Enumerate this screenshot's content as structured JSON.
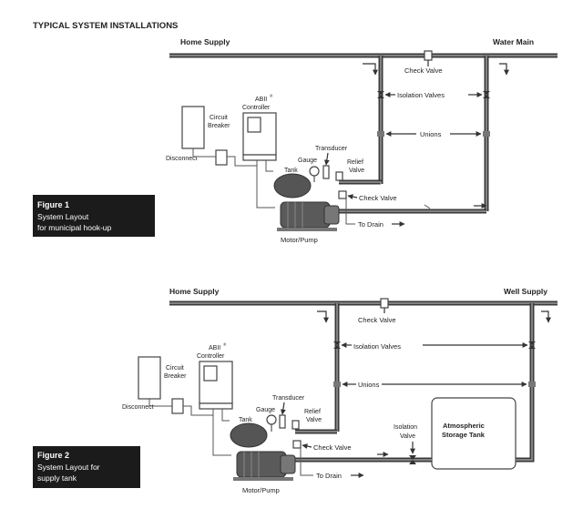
{
  "page_title": "TYPICAL SYSTEM INSTALLATIONS",
  "figure1": {
    "label": "Figure 1",
    "caption_line1": "System Layout",
    "caption_line2": "for municipal hook-up",
    "home_supply": "Home Supply",
    "source": "Water Main",
    "check_valve_top": "Check Valve",
    "isolation_valves": "Isolation Valves",
    "unions": "Unions",
    "circuit_breaker_1": "Circuit",
    "circuit_breaker_2": "Breaker",
    "controller_1": "ABII",
    "controller_sup": "®",
    "controller_2": "Controller",
    "disconnect": "Disconnect",
    "transducer": "Transducer",
    "gauge": "Gauge",
    "tank": "Tank",
    "relief_valve_1": "Relief",
    "relief_valve_2": "Valve",
    "check_valve_bottom": "Check Valve",
    "to_drain": "To Drain",
    "motor_pump": "Motor/Pump"
  },
  "figure2": {
    "label": "Figure 2",
    "caption_line1": "System Layout for",
    "caption_line2": "supply tank",
    "home_supply": "Home Supply",
    "source": "Well Supply",
    "check_valve_top": "Check Valve",
    "isolation_valves": "Isolation Valves",
    "unions": "Unions",
    "circuit_breaker_1": "Circuit",
    "circuit_breaker_2": "Breaker",
    "controller_1": "ABII",
    "controller_sup": "®",
    "controller_2": "Controller",
    "disconnect": "Disconnect",
    "transducer": "Transducer",
    "gauge": "Gauge",
    "tank": "Tank",
    "relief_valve_1": "Relief",
    "relief_valve_2": "Valve",
    "check_valve_bottom": "Check Valve",
    "to_drain": "To Drain",
    "motor_pump": "Motor/Pump",
    "isolation_valve_1": "Isolation",
    "isolation_valve_2": "Valve",
    "storage_tank_1": "Atmospheric",
    "storage_tank_2": "Storage Tank"
  }
}
